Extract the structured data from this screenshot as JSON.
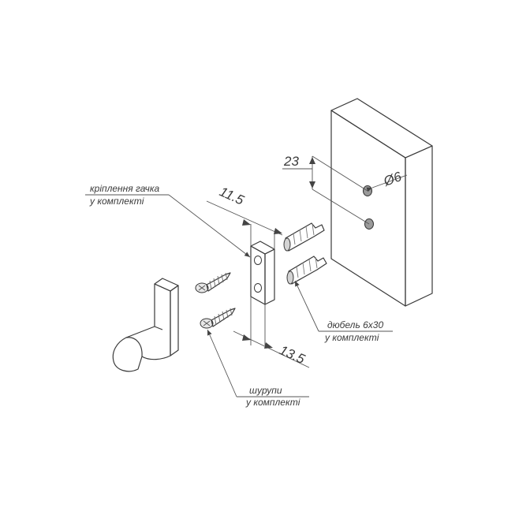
{
  "labels": {
    "mount": {
      "line1": "кріплення гачка",
      "line2": "у комплекті"
    },
    "dowel": {
      "line1": "дюбель 6х30",
      "line2": "у комплекті"
    },
    "screws": {
      "line1": "шурупи",
      "line2": "у комплекті"
    }
  },
  "dimensions": {
    "hole_spacing": "23",
    "hole_diameter": "6",
    "plate_width": "11.5",
    "plate_height": "13.5"
  },
  "symbols": {
    "diameter": "Ø"
  }
}
